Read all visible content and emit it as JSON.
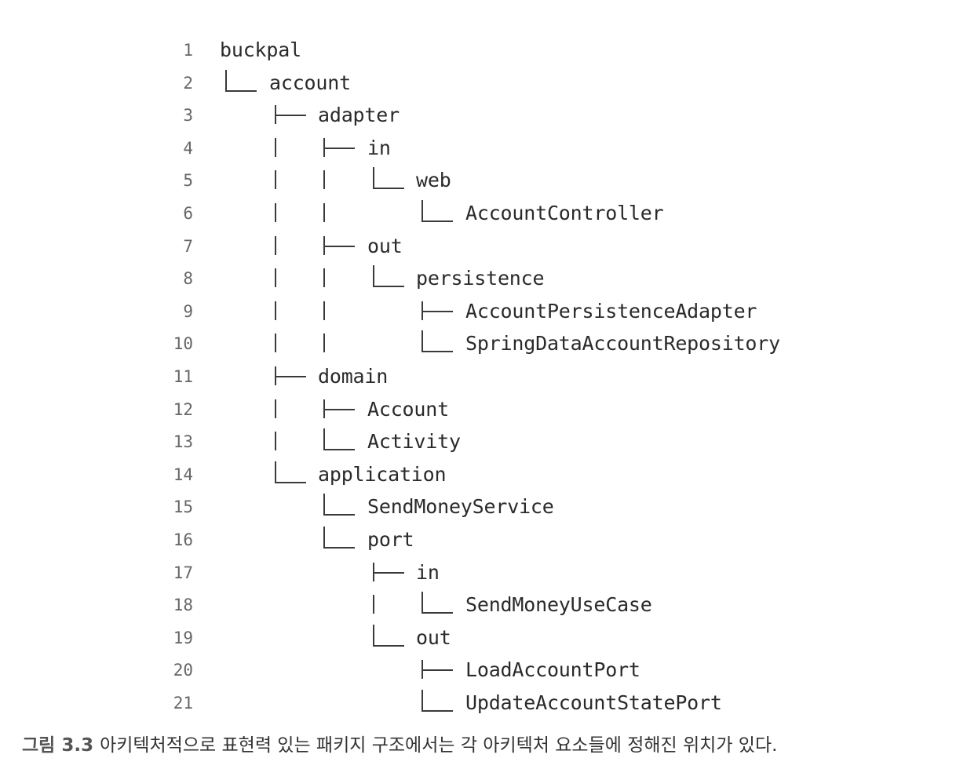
{
  "tree": [
    {
      "line": "1",
      "label": "buckpal"
    },
    {
      "line": "2",
      "label": "account"
    },
    {
      "line": "3",
      "label": "adapter"
    },
    {
      "line": "4",
      "label": "in"
    },
    {
      "line": "5",
      "label": "web"
    },
    {
      "line": "6",
      "label": "AccountController"
    },
    {
      "line": "7",
      "label": "out"
    },
    {
      "line": "8",
      "label": "persistence"
    },
    {
      "line": "9",
      "label": "AccountPersistenceAdapter"
    },
    {
      "line": "10",
      "label": "SpringDataAccountRepository"
    },
    {
      "line": "11",
      "label": "domain"
    },
    {
      "line": "12",
      "label": "Account"
    },
    {
      "line": "13",
      "label": "Activity"
    },
    {
      "line": "14",
      "label": "application"
    },
    {
      "line": "15",
      "label": "SendMoneyService"
    },
    {
      "line": "16",
      "label": "port"
    },
    {
      "line": "17",
      "label": "in"
    },
    {
      "line": "18",
      "label": "SendMoneyUseCase"
    },
    {
      "line": "19",
      "label": "out"
    },
    {
      "line": "20",
      "label": "LoadAccountPort"
    },
    {
      "line": "21",
      "label": "UpdateAccountStatePort"
    }
  ],
  "caption": {
    "label": "그림 3.3",
    "text": "아키텍처적으로 표현력 있는 패키지 구조에서는 각 아키텍처 요소들에 정해진 위치가 있다."
  }
}
